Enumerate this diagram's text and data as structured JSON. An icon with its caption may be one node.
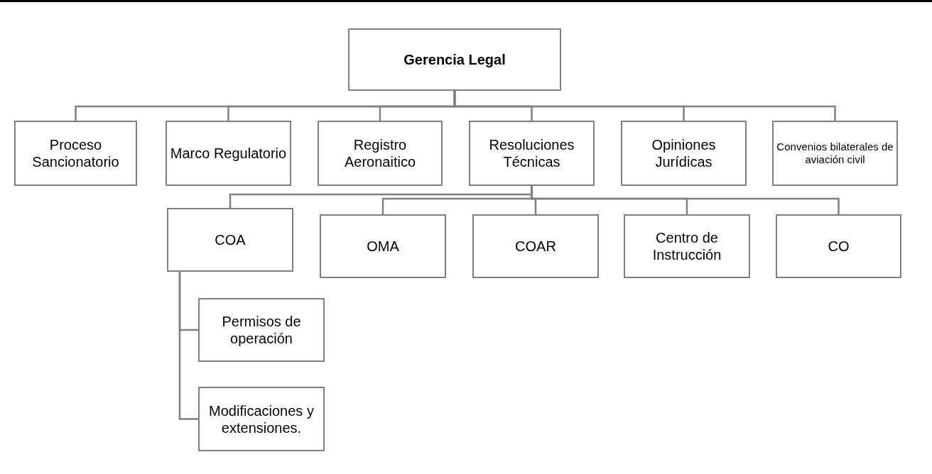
{
  "diagram": {
    "nodes": [
      {
        "text": [
          "Gerencia Legal"
        ]
      },
      {
        "text": [
          "Proceso Sancionatorio"
        ]
      },
      {
        "text": [
          "Marco Regulatorio"
        ]
      },
      {
        "text": [
          "Registro Aeronaitico"
        ]
      },
      {
        "text": [
          "Resoluciones Técnicas"
        ]
      },
      {
        "text": [
          "Opiniones Jurídicas"
        ]
      },
      {
        "text": [
          "Convenios bilaterales de aviación civil"
        ]
      },
      {
        "text": [
          "COA"
        ]
      },
      {
        "text": [
          "OMA"
        ]
      },
      {
        "text": [
          "COAR"
        ]
      },
      {
        "text": [
          "Centro de Instrucción"
        ]
      },
      {
        "text": [
          "CO"
        ]
      },
      {
        "text": [
          "Permisos de operación"
        ]
      },
      {
        "text": [
          "Modificaciones y extensiones."
        ]
      }
    ],
    "edges": [
      {
        "from": 0,
        "to": 1,
        "arrow": "none"
      },
      {
        "from": 0,
        "to": 2,
        "arrow": "none"
      },
      {
        "from": 0,
        "to": 3,
        "arrow": "none"
      },
      {
        "from": 0,
        "to": 4,
        "arrow": "none"
      },
      {
        "from": 0,
        "to": 5,
        "arrow": "none"
      },
      {
        "from": 0,
        "to": 6,
        "arrow": "none"
      },
      {
        "from": 4,
        "to": 7,
        "arrow": "none"
      },
      {
        "from": 4,
        "to": 8,
        "arrow": "none"
      },
      {
        "from": 4,
        "to": 9,
        "arrow": "none"
      },
      {
        "from": 4,
        "to": 10,
        "arrow": "none"
      },
      {
        "from": 4,
        "to": 11,
        "arrow": "none"
      },
      {
        "from": 7,
        "to": 12,
        "arrow": "none"
      },
      {
        "from": 7,
        "to": 13,
        "arrow": "none"
      }
    ]
  }
}
